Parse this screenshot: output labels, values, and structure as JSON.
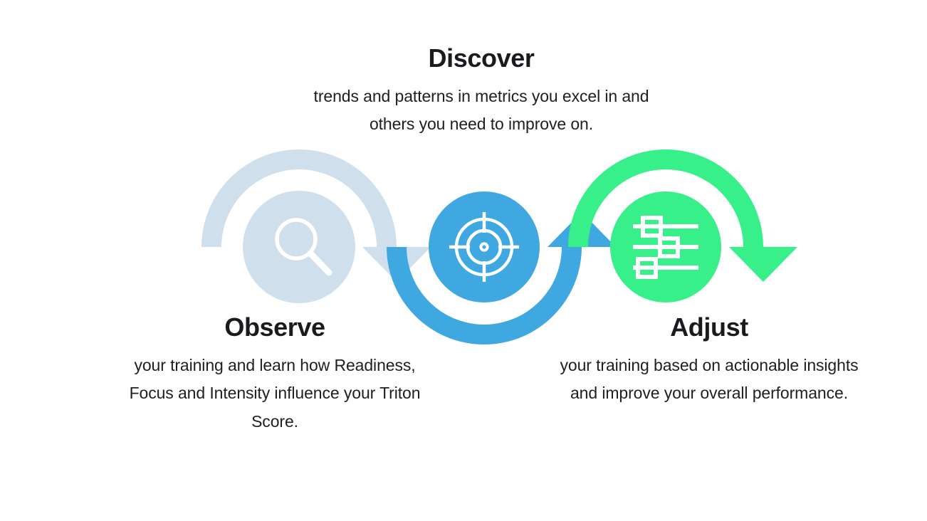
{
  "diagram": {
    "title_visible": false,
    "steps": [
      {
        "id": "observe",
        "heading": "Observe",
        "body": "your training and learn how Readiness, Focus and Intensity influence your Triton Score.",
        "icon": "magnifier-icon",
        "color": "#cfdfeb",
        "position": "bottom-left"
      },
      {
        "id": "discover",
        "heading": "Discover",
        "body": "trends and patterns in metrics you excel in and others you need to improve on.",
        "icon": "target-icon",
        "color": "#3fa8e0",
        "position": "top-center"
      },
      {
        "id": "adjust",
        "heading": "Adjust",
        "body": "your training based on actionable insights and improve your overall performance.",
        "icon": "sliders-icon",
        "color": "#38f089",
        "position": "bottom-right"
      }
    ],
    "colors": {
      "pale_blue": "#cfdfeb",
      "pale_blue_disc": "#cfe0ec",
      "blue": "#3fa8e0",
      "green": "#38f089",
      "icon_white": "#ffffff",
      "heading_text": "#191b1e",
      "body_text": "#1d1f22",
      "background": "#ffffff"
    }
  }
}
